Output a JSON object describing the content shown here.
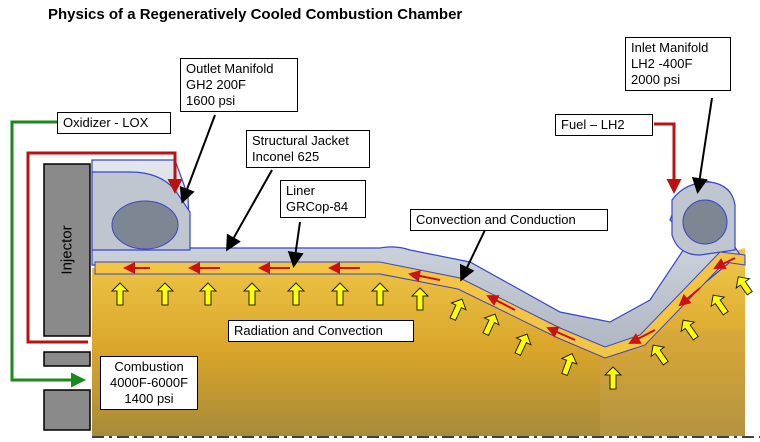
{
  "title": "Physics of a Regeneratively Cooled Combustion Chamber",
  "labels": {
    "outlet": [
      "Outlet Manifold",
      "GH2 200F",
      "1600 psi"
    ],
    "oxidizer": "Oxidizer - LOX",
    "jacket": [
      "Structural Jacket",
      "Inconel 625"
    ],
    "liner": [
      "Liner",
      "GRCop-84"
    ],
    "convection_conduction": "Convection and Conduction",
    "inlet": [
      "Inlet Manifold",
      "LH2 -400F",
      "2000 psi"
    ],
    "fuel": "Fuel – LH2",
    "radiation": "Radiation and Convection",
    "combustion": [
      "Combustion",
      "4000F-6000F",
      "1400 psi"
    ],
    "injector": "Injector"
  },
  "colors": {
    "hot_gas": "#e8b93a",
    "liner": "#f4c542",
    "jacket": "#c5ccd6",
    "flow_arrow": "#cc1111",
    "heat_arrow": "#ffff00",
    "lox_line": "#1a8a1a",
    "fuel_line": "#bb1111",
    "injector": "#8a8a8a"
  }
}
